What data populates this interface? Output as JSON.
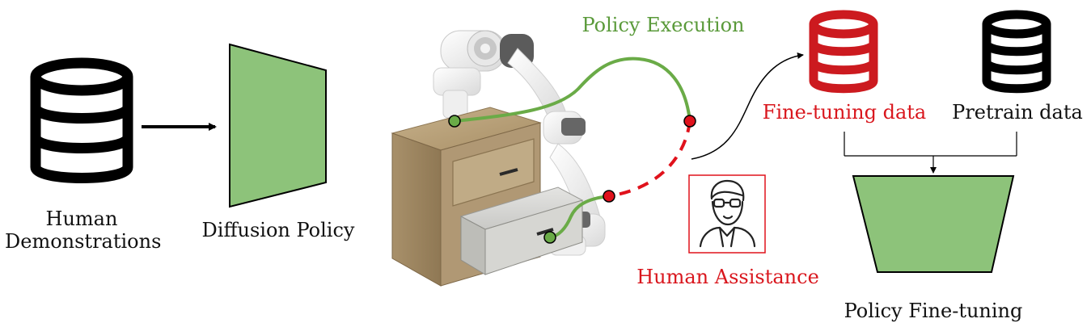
{
  "labels": {
    "human_demonstrations_line1": "Human",
    "human_demonstrations_line2": "Demonstrations",
    "diffusion_policy": "Diffusion Policy",
    "policy_execution": "Policy Execution",
    "human_assistance": "Human Assistance",
    "finetuning_data": "Fine-tuning data",
    "pretrain_data": "Pretrain data",
    "policy_finetuning": "Policy Fine-tuning"
  },
  "colors": {
    "policy_green": "#8dc37a",
    "trajectory_green": "#6aab47",
    "assist_red": "#e0121c",
    "text_green": "#5a9a3a",
    "text_red": "#d9161d",
    "database_black": "#000000",
    "database_red": "#cc1a1f",
    "cabinet_wood": "#b19a74"
  },
  "icons": {
    "human_demos_db": "database-icon",
    "finetune_db": "database-icon",
    "pretrain_db": "database-icon",
    "human_assistant": "person-with-glasses-icon",
    "robot_scene": "robot-arm-cabinet-illustration"
  }
}
